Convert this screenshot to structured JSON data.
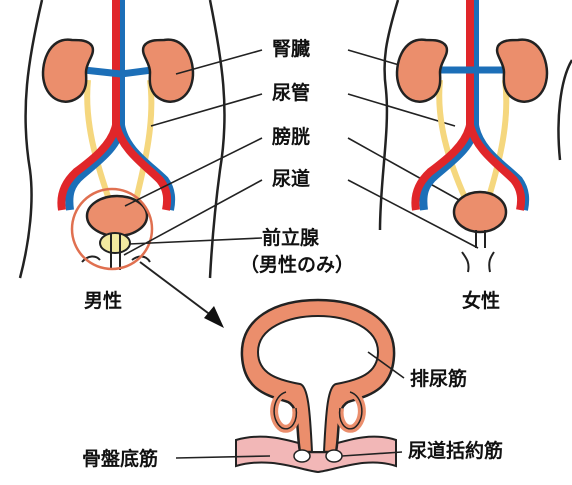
{
  "labels": {
    "kidney": "腎臓",
    "ureter": "尿管",
    "bladder": "膀胱",
    "urethra": "尿道",
    "prostate": "前立腺",
    "prostate_note": "（男性のみ）",
    "male": "男性",
    "female": "女性",
    "detrusor": "排尿筋",
    "pelvic_floor": "骨盤底筋",
    "sphincter": "尿道括約筋"
  },
  "colors": {
    "organ": "#eb8e6c",
    "outline": "#222222",
    "artery": "#e0262a",
    "vein": "#1c6fb8",
    "ureter": "#f5d77e",
    "prostate": "#f3eaa0",
    "circle": "#e07050",
    "muscle": "#f2b7b7"
  }
}
